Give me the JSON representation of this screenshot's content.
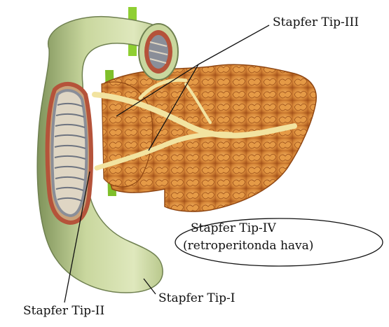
{
  "labels": {
    "type_iii": "Stapfer Tip-III",
    "type_iv_line1": "Stapfer Tip-IV",
    "type_iv_line2": "(retroperitonda hava)",
    "type_i": "Stapfer Tip-I",
    "type_ii": "Stapfer Tip-II"
  },
  "colors": {
    "duodenum_wall": "#c9d79e",
    "duodenum_shadow": "#8fa06a",
    "mucosa_red": "#b5533a",
    "mucosa_gray": "#8a8e98",
    "pancreas": "#d98a3a",
    "pancreas_dark": "#a8561c",
    "duct": "#f2e3a0",
    "vessel_green": "#7fbf2a"
  }
}
